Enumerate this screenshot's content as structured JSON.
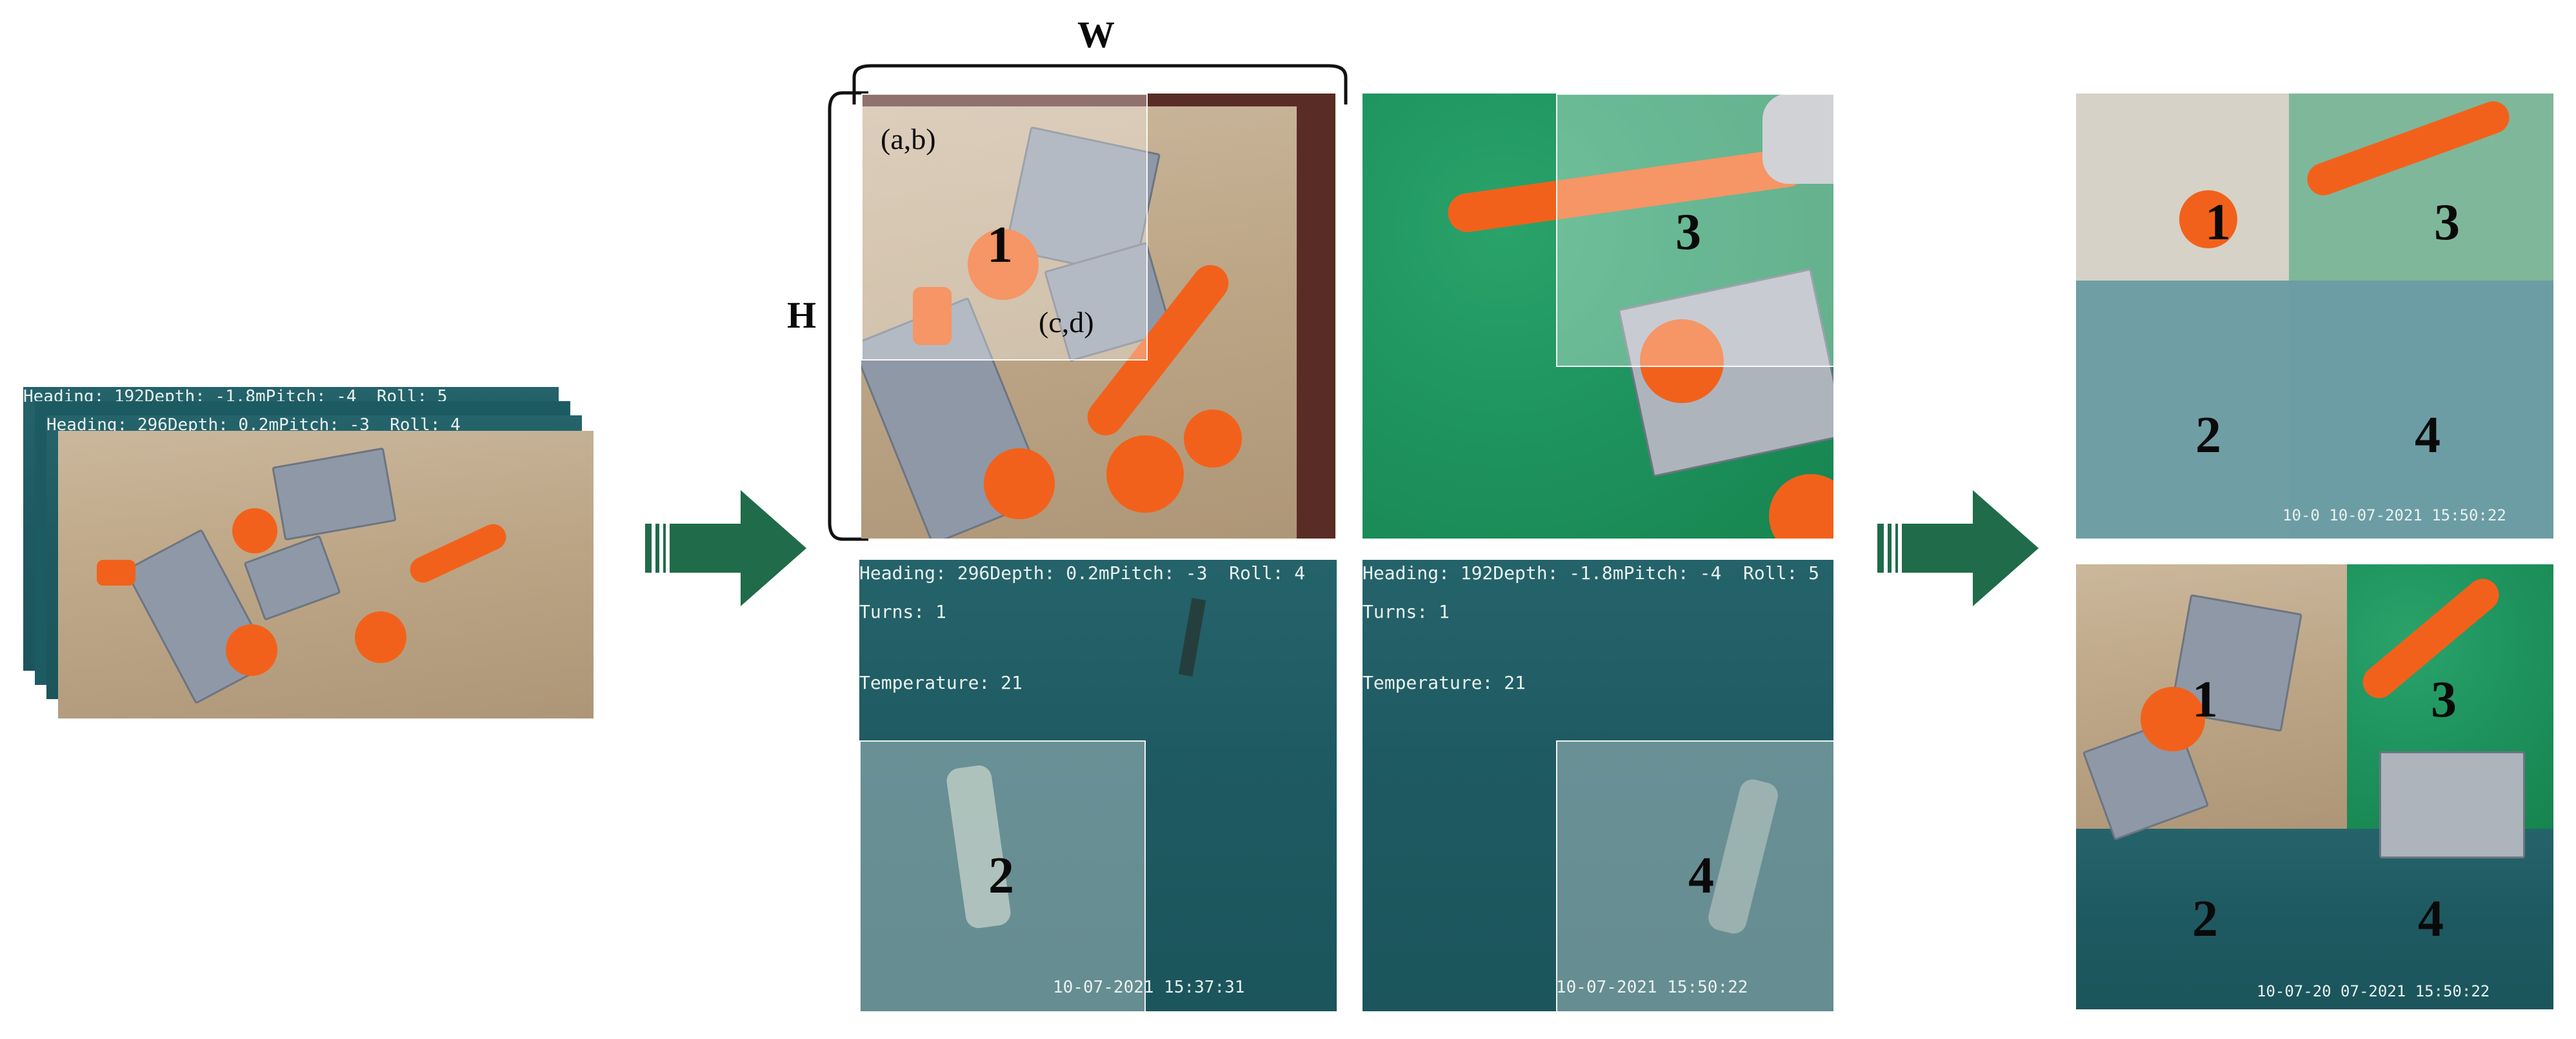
{
  "labels": {
    "width": "W",
    "height": "H",
    "top_left": "(a,b)",
    "bottom_right": "(c,d)"
  },
  "quadrants": [
    "1",
    "2",
    "3",
    "4"
  ],
  "osd_a": {
    "line1": "Heading: 296Depth: 0.2mPitch: -3  Roll: 4",
    "line2": "Turns: 1",
    "line3": "Temperature: 21",
    "timestamp": "10-07-2021 15:37:31"
  },
  "osd_b": {
    "line1": "Heading: 192Depth: -1.8mPitch: -4  Roll: 5",
    "line2": "Turns: 1",
    "line3": "Temperature: 21",
    "timestamp": "10-07-2021 15:50:22"
  },
  "stack": {
    "back_header": "Heading: 192Depth: -1.8mPitch: -4  Roll: 5",
    "front_header": "Heading: 296Depth: 0.2mPitch: -3  Roll: 4"
  },
  "result_top_timestamp": "10-0 10-07-2021 15:50:22",
  "result_bottom_timestamp": "10-07-20 07-2021 15:50:22",
  "colors": {
    "arrow": "#1f6b4a",
    "cardboard": "#c0a886",
    "green_floor": "#1f9560",
    "water": "#1e5961",
    "orange_part": "#f2611b"
  }
}
